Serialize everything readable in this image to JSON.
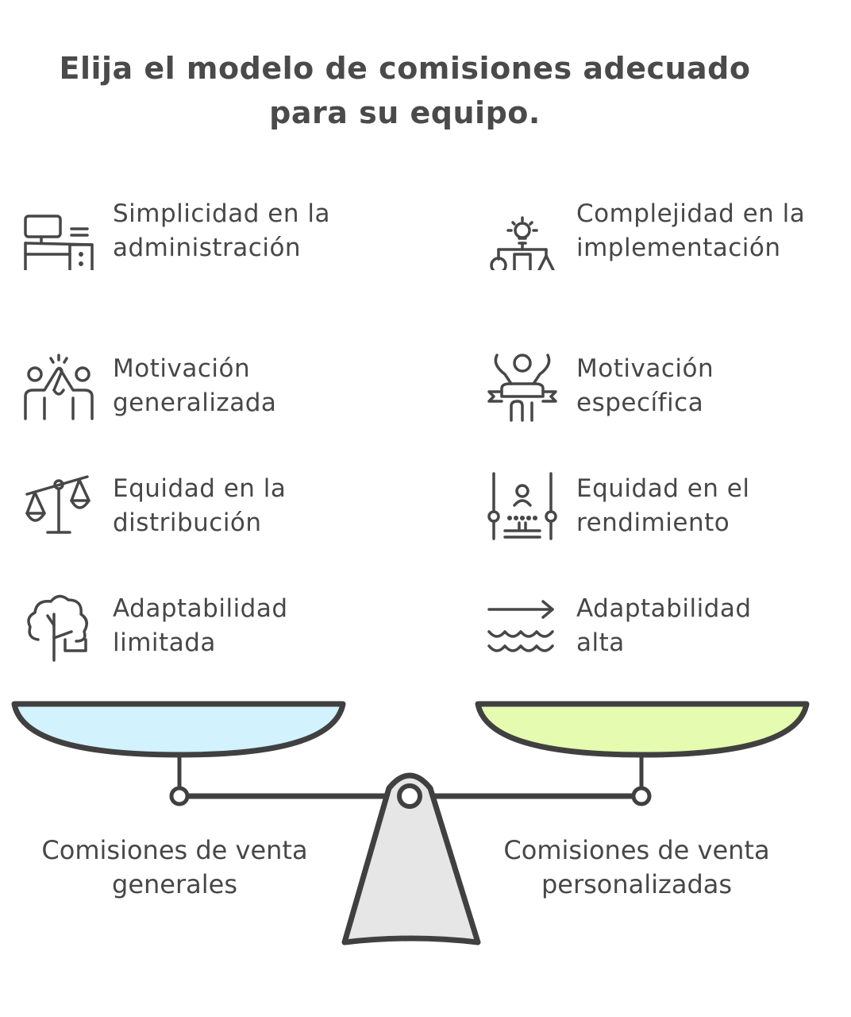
{
  "title": {
    "line1": "Elija el modelo de comisiones adecuado",
    "line2": "para su equipo."
  },
  "left_column": {
    "items": [
      {
        "label": "Simplicidad en la administración",
        "icon": "desk-computer-icon"
      },
      {
        "label": "Motivación generalizada",
        "icon": "high-five-icon"
      },
      {
        "label": "Equidad en la distribución",
        "icon": "balance-scale-icon"
      },
      {
        "label": "Adaptabilidad limitada",
        "icon": "tree-icon"
      }
    ]
  },
  "right_column": {
    "items": [
      {
        "label": "Complejidad en la implementación",
        "icon": "lightbulb-shapes-icon"
      },
      {
        "label": "Motivación específica",
        "icon": "winner-banner-icon"
      },
      {
        "label": "Equidad en el rendimiento",
        "icon": "person-podium-icon"
      },
      {
        "label": "Adaptabilidad alta",
        "icon": "arrow-waves-icon"
      }
    ]
  },
  "scale": {
    "left_label": {
      "line1": "Comisiones de venta",
      "line2": "generales"
    },
    "right_label": {
      "line1": "Comisiones de venta",
      "line2": "personalizadas"
    },
    "colors": {
      "left_bowl": "#d2f2fd",
      "right_bowl": "#e4fbb0",
      "fulcrum": "#e6e6e6",
      "stroke": "#404040"
    }
  }
}
